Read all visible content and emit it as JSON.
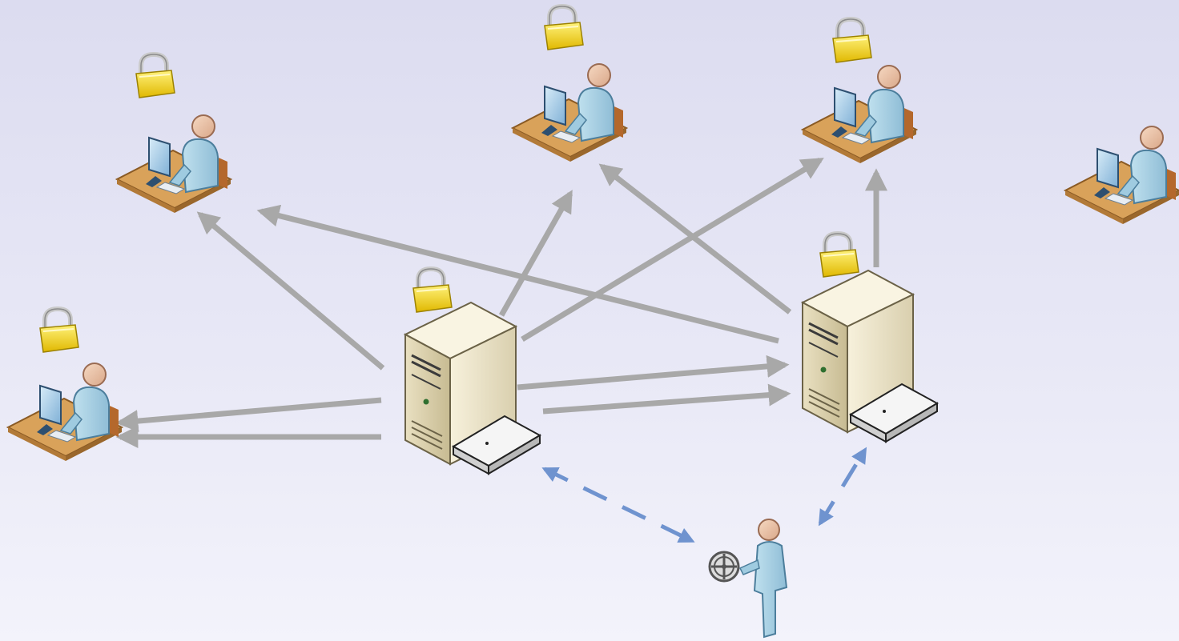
{
  "diagram": {
    "nodes": [
      {
        "id": "ws-top-left",
        "kind": "workstation",
        "locked": true
      },
      {
        "id": "ws-top-center",
        "kind": "workstation",
        "locked": true
      },
      {
        "id": "ws-top-right",
        "kind": "workstation",
        "locked": true
      },
      {
        "id": "ws-far-right",
        "kind": "workstation",
        "locked": false
      },
      {
        "id": "ws-left",
        "kind": "workstation",
        "locked": true
      },
      {
        "id": "server-left",
        "kind": "server",
        "locked": true
      },
      {
        "id": "server-right",
        "kind": "server",
        "locked": true
      },
      {
        "id": "admin",
        "kind": "administrator-with-film-reel",
        "locked": false
      }
    ],
    "edges": [
      {
        "from": "server-left",
        "to": "ws-top-left",
        "style": "solid"
      },
      {
        "from": "server-left",
        "to": "ws-top-center",
        "style": "solid"
      },
      {
        "from": "server-left",
        "to": "ws-top-right",
        "style": "solid"
      },
      {
        "from": "server-left",
        "to": "ws-left",
        "style": "solid"
      },
      {
        "from": "server-left",
        "to": "ws-left",
        "style": "solid"
      },
      {
        "from": "server-left",
        "to": "server-right",
        "style": "solid"
      },
      {
        "from": "server-right",
        "to": "ws-top-left",
        "style": "solid"
      },
      {
        "from": "server-right",
        "to": "ws-top-center",
        "style": "solid"
      },
      {
        "from": "server-right",
        "to": "ws-top-right",
        "style": "solid"
      },
      {
        "from": "server-right",
        "to": "ws-left",
        "style": "solid"
      },
      {
        "from": "admin",
        "to": "server-left",
        "style": "dashed",
        "bidirectional": true
      },
      {
        "from": "admin",
        "to": "server-right",
        "style": "dashed",
        "bidirectional": true
      }
    ],
    "colors": {
      "background_top": "#dcdcf0",
      "background_bottom": "#f3f3fb",
      "replication_arrow": "#a8a8a8",
      "admin_arrow": "#6f93cf",
      "lock": "#f2d21a",
      "desk": "#d9a25a",
      "person": "#a9cfe2",
      "server_case": "#ede4c8"
    }
  }
}
